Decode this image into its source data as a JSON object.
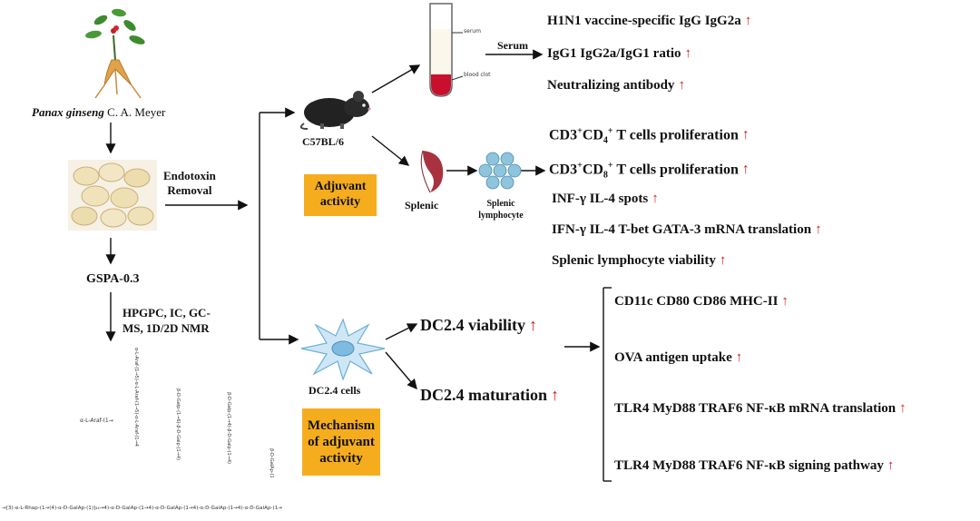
{
  "source": {
    "species": "Panax ginseng",
    "author": "C. A. Meyer"
  },
  "step_endotoxin": [
    "Endotoxin",
    "Removal"
  ],
  "compound": "GSPA-0.3",
  "methods": [
    "HPGPC, IC, GC-",
    "MS, 1D/2D NMR"
  ],
  "mouse_label": "C57BL/6",
  "tube": {
    "serum_label": "serum",
    "clot_label": "blood clot"
  },
  "serum_arrow_label": "Serum",
  "serum_results": [
    "H1N1 vaccine-specific IgG IgG2a",
    "IgG1 IgG2a/IgG1 ratio",
    "Neutralizing antibody"
  ],
  "splenic_label": "Splenic",
  "lymphocyte_label": [
    "Splenic",
    "lymphocyte"
  ],
  "cd3_cd4": {
    "pre": "CD3",
    "sup": "+",
    "mid": "CD",
    "sub": "4",
    "sup2": "+",
    "post": "T cells proliferation"
  },
  "cd3_cd8": {
    "pre": "CD3",
    "sup": "+",
    "mid": "CD",
    "sub": "8",
    "sup2": "+",
    "post": "T cells proliferation"
  },
  "spleen_results": [
    "INF-γ IL-4 spots",
    "IFN-γ IL-4 T-bet GATA-3 mRNA translation",
    "Splenic lymphocyte viability"
  ],
  "adjuvant_box": [
    "Adjuvant",
    "activity"
  ],
  "dc_label": "DC2.4 cells",
  "dc_outcomes": [
    "DC2.4 viability",
    "DC2.4 maturation"
  ],
  "mechanism_box": [
    "Mechanism",
    "of adjuvant",
    "activity"
  ],
  "dc_results": [
    "CD11c CD80 CD86 MHC-II",
    "OVA antigen uptake",
    "TLR4 MyD88 TRAF6 NF-κB mRNA translation",
    "TLR4 MyD88 TRAF6 NF-κB signing pathway"
  ],
  "up_arrow": "↑",
  "structure": {
    "backbone": "→[3)-α-L-Rhap-(1→(4)-α-D-GalAp-(1)]₄₂→4)-α-D-GalAp-(1→4)-α-D-GalAp-(1→4)-α-D-GalAp-(1→4)-α-D-GalAp-(1→",
    "branch_label": "α-L-Araf-(1→",
    "branches": [
      "α-L-Araf-(1→5)-α-L-Araf-(1→5)-α-L-Araf-(1→4",
      "β-D-Galp-(1→6)-β-D-Galp-(1→4)",
      "β-D-Galp-(1→4)-β-D-Galp-(1→4)",
      "β-D-GalAp-(1"
    ]
  },
  "colors": {
    "accent_box": "#f5ad1e",
    "up_arrow": "#d21b1b",
    "cell_blue": "#8fc4dd",
    "spleen": "#a8323f",
    "blood": "#c8102e"
  }
}
